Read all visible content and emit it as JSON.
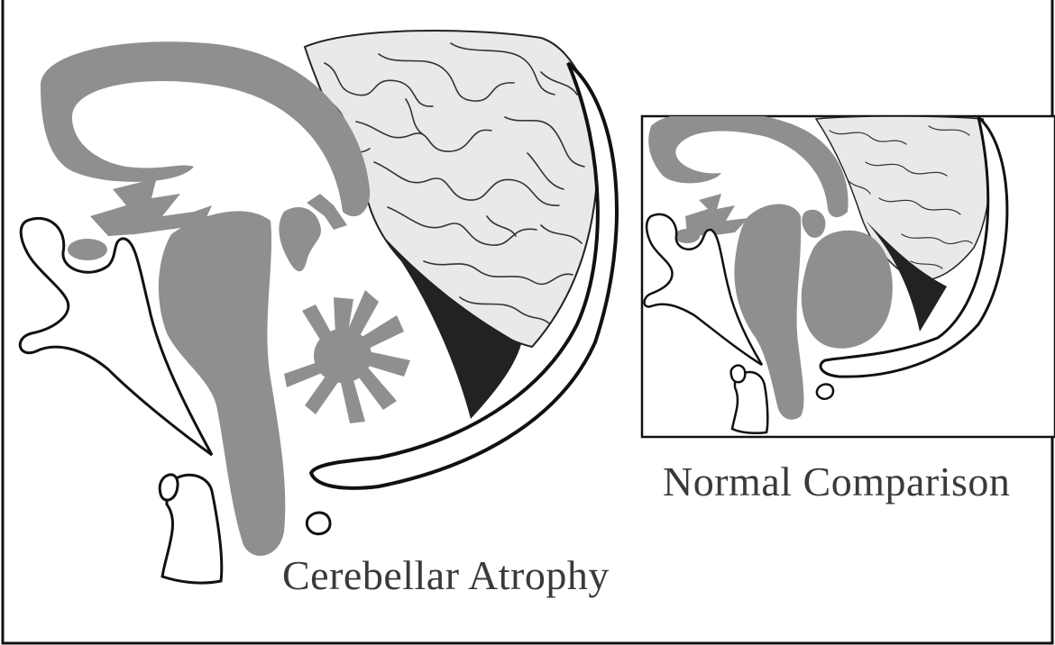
{
  "captions": {
    "main": "Cerebellar Atrophy",
    "inset": "Normal Comparison"
  },
  "colors": {
    "tissue": "#8f8f8f",
    "cortex_fill": "#e9e9e9",
    "outline": "#111111",
    "csf_space": "#222222",
    "background": "#ffffff"
  },
  "panels": [
    {
      "id": "main",
      "condition": "Cerebellar Atrophy"
    },
    {
      "id": "inset",
      "condition": "Normal Comparison"
    }
  ]
}
